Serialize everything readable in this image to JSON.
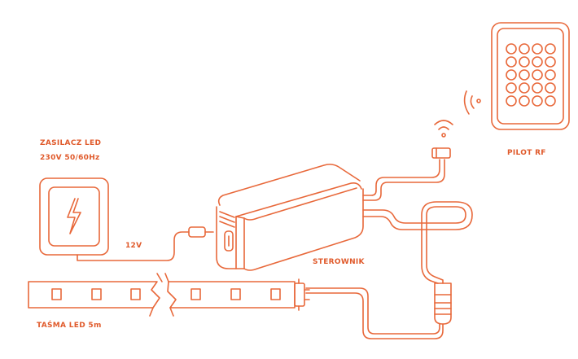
{
  "colors": {
    "stroke": "#e8683a",
    "label": "#e05a2b",
    "background": "#ffffff"
  },
  "labels": {
    "power_supply_title": "ZASILACZ LED",
    "power_supply_spec": "230V  50/60Hz",
    "voltage": "12V",
    "controller": "STEROWNIK",
    "remote": "PILOT RF",
    "strip": "TAŚMA LED 5m"
  },
  "icons": {
    "power_supply": "lightning-bolt-icon",
    "remote_signal": "wireless-signal-icon"
  },
  "remote": {
    "button_rows": 5,
    "button_cols": 4
  }
}
